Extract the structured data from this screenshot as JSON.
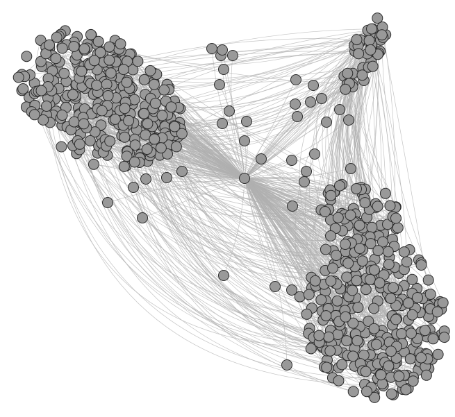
{
  "figure": {
    "type": "network-graph",
    "background_color": "#ffffff"
  },
  "style": {
    "node_fill": "#999999",
    "node_stroke": "#2b2b2b",
    "edge_color": "#b0b0b0"
  },
  "clusters": [
    {
      "name": "top-left-community"
    },
    {
      "name": "top-right-community"
    },
    {
      "name": "center-right-community"
    },
    {
      "name": "bottom-right-community"
    }
  ],
  "hub": {
    "name": "central-hub-node"
  }
}
